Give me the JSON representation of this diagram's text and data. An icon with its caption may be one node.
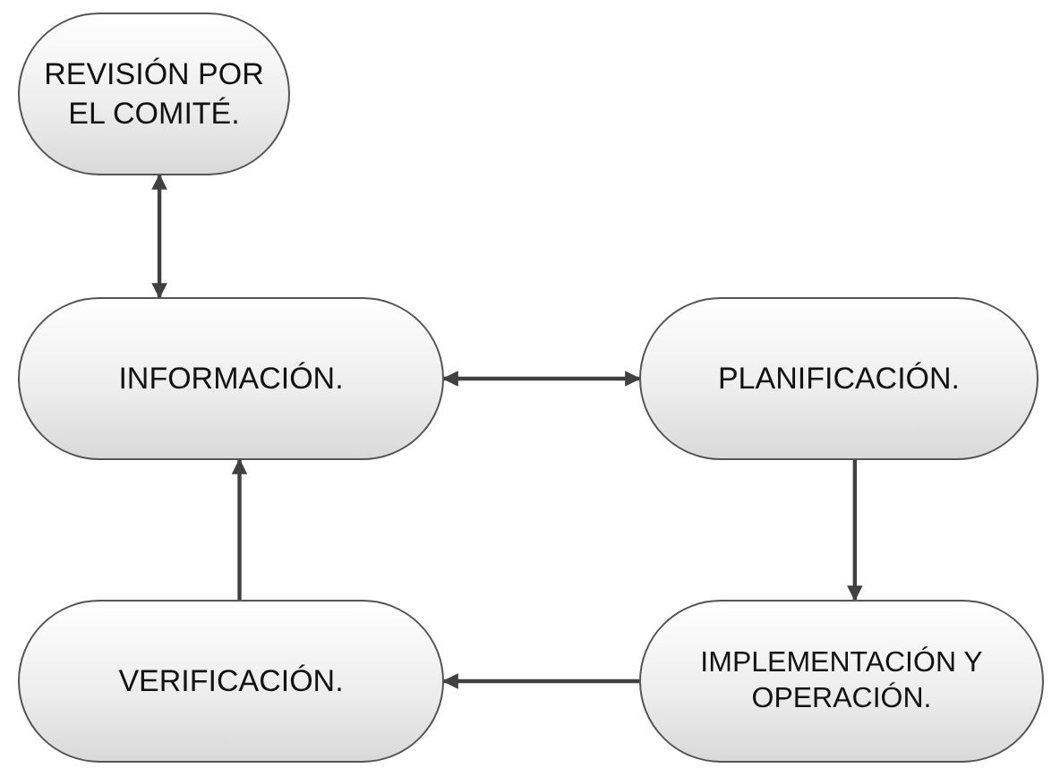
{
  "diagram": {
    "nodes": [
      {
        "text": [
          "REVISIÓN POR EL COMITÉ."
        ]
      },
      {
        "text": [
          "INFORMACIÓN."
        ]
      },
      {
        "text": [
          "PLANIFICACIÓN."
        ]
      },
      {
        "text": [
          "IMPLEMENTACIÓN Y OPERACIÓN."
        ]
      },
      {
        "text": [
          "VERIFICACIÓN."
        ]
      }
    ],
    "edges": [
      {
        "from": 0,
        "to": 1,
        "arrow": "both"
      },
      {
        "from": 1,
        "to": 2,
        "arrow": "both"
      },
      {
        "from": 2,
        "to": 3,
        "arrow": "to"
      },
      {
        "from": 3,
        "to": 4,
        "arrow": "to"
      },
      {
        "from": 4,
        "to": 1,
        "arrow": "to"
      }
    ]
  }
}
